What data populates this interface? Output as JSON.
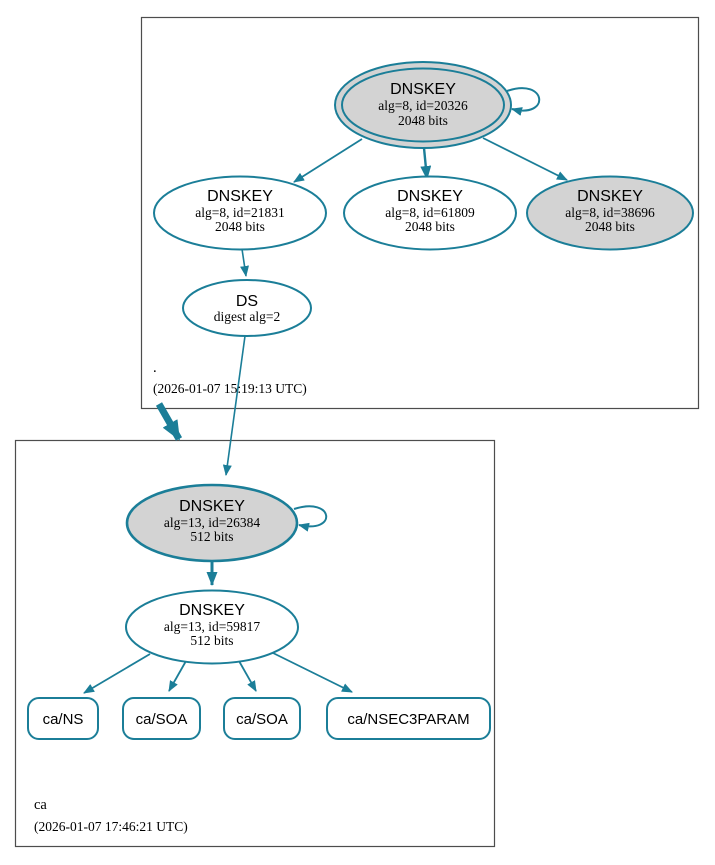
{
  "colors": {
    "edge_teal": "#1b7e98",
    "node_gray_fill": "#d3d3d3",
    "node_white_fill": "#ffffff",
    "cluster_border_gray": "#4d4d4d",
    "text_black": "#000000"
  },
  "zones": {
    "root": {
      "label": ".",
      "timestamp": "(2026-01-07 15:19:13 UTC)",
      "nodes": {
        "ksk_20326": {
          "title": "DNSKEY",
          "alg": "alg=8, id=20326",
          "bits": "2048 bits"
        },
        "key_21831": {
          "title": "DNSKEY",
          "alg": "alg=8, id=21831",
          "bits": "2048 bits"
        },
        "key_61809": {
          "title": "DNSKEY",
          "alg": "alg=8, id=61809",
          "bits": "2048 bits"
        },
        "key_38696": {
          "title": "DNSKEY",
          "alg": "alg=8, id=38696",
          "bits": "2048 bits"
        },
        "ds": {
          "title": "DS",
          "alg": "digest alg=2"
        }
      }
    },
    "ca": {
      "label": "ca",
      "timestamp": "(2026-01-07 17:46:21 UTC)",
      "nodes": {
        "ksk_26384": {
          "title": "DNSKEY",
          "alg": "alg=13, id=26384",
          "bits": "512 bits"
        },
        "key_59817": {
          "title": "DNSKEY",
          "alg": "alg=13, id=59817",
          "bits": "512 bits"
        },
        "rrset_ns": {
          "label": "ca/NS"
        },
        "rrset_soa_1": {
          "label": "ca/SOA"
        },
        "rrset_soa_2": {
          "label": "ca/SOA"
        },
        "rrset_nsec3param": {
          "label": "ca/NSEC3PARAM"
        }
      }
    }
  }
}
